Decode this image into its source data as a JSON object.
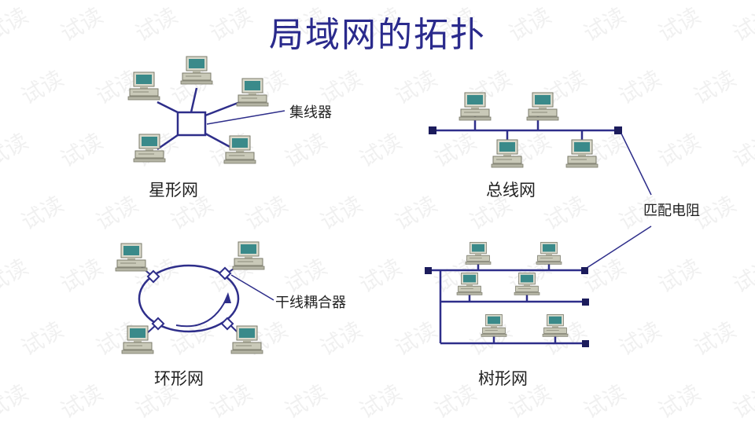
{
  "page": {
    "title": "局域网的拓扑",
    "watermark": "试读"
  },
  "diagrams": {
    "star": {
      "label": "星形网",
      "hub_label": "集线器"
    },
    "bus": {
      "label": "总线网"
    },
    "terminator_label": "匹配电阻",
    "ring": {
      "label": "环形网",
      "coupler_label": "干线耦合器"
    },
    "tree": {
      "label": "树形网"
    }
  },
  "colors": {
    "title": "#2a2a8c",
    "line": "#2e2e8a",
    "terminator": "#1c1c5c",
    "computer_body": "#c9c9b8",
    "computer_screen": "#3a8a8a"
  }
}
